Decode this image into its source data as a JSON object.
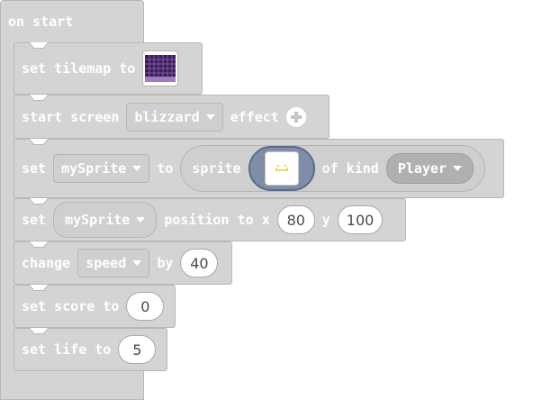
{
  "on_start": {
    "label": "on start"
  },
  "blocks": {
    "set_tilemap": {
      "set": "set tilemap to",
      "thumb_icon": "tilemap-thumbnail"
    },
    "start_screen": {
      "start": "start screen",
      "effect_value": "blizzard",
      "effect": "effect",
      "add_icon": "plus-circle-icon"
    },
    "set_sprite": {
      "set": "set",
      "variable": "mySprite",
      "to": "to",
      "sprite": "sprite",
      "sprite_icon": "sprite-image",
      "of_kind": "of kind",
      "kind": "Player"
    },
    "set_position": {
      "set": "set",
      "variable": "mySprite",
      "position_to_x": "position to x",
      "x": "80",
      "y_label": "y",
      "y": "100"
    },
    "change_speed": {
      "change": "change",
      "variable": "speed",
      "by": "by",
      "value": "40"
    },
    "set_score": {
      "label": "set score to",
      "value": "0"
    },
    "set_life": {
      "label": "set life to",
      "value": "5"
    }
  },
  "colors": {
    "block": "#d4d4d4",
    "block_border": "#b7b7b7",
    "sprite_slot": "#7f8ea6",
    "tilemap": "#3b1d5a",
    "sprite_face": "#f0d85a"
  }
}
